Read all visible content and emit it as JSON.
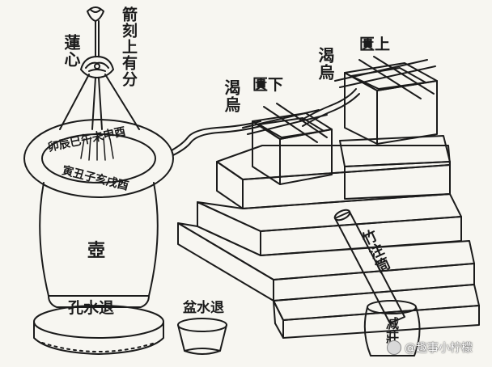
{
  "labels": {
    "jian_ke": "箭刻上有分",
    "lian_xin": "蓮心",
    "ke_shang": "渴烏",
    "gui_shang": "匱上",
    "ke_xia": "渴烏",
    "gui_xia": "匱下",
    "hu": "壺",
    "kong_shui_tui": "孔水退",
    "pen_shui_tui": "盆水退",
    "zhu_zhu_tong": "竹注筒",
    "jiang": "减莊"
  },
  "ring_text": {
    "top": "卯辰巳午未申酉",
    "bottom": "寅丑子亥戌酉"
  },
  "watermark": {
    "text": "@趣事小柠檬",
    "icon": "weibo-style-logo-icon"
  },
  "colors": {
    "paper": "#f7f6f1",
    "ink": "#1b1b1b"
  }
}
